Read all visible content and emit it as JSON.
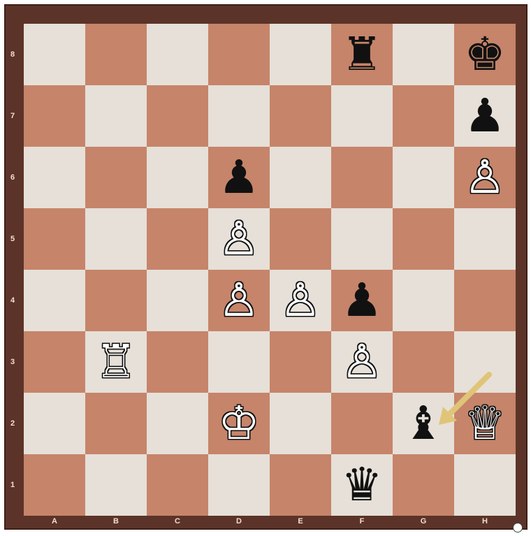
{
  "board": {
    "ranks": [
      "8",
      "7",
      "6",
      "5",
      "4",
      "3",
      "2",
      "1"
    ],
    "files": [
      "A",
      "B",
      "C",
      "D",
      "E",
      "F",
      "G",
      "H"
    ],
    "light_color": "#e6e0d8",
    "dark_color": "#c6846a",
    "frame_color": "#5c3328"
  },
  "pieces": [
    {
      "square": "f8",
      "color": "black",
      "type": "rook",
      "glyph": "♜"
    },
    {
      "square": "h8",
      "color": "black",
      "type": "king",
      "glyph": "♚"
    },
    {
      "square": "h7",
      "color": "black",
      "type": "pawn",
      "glyph": "♟"
    },
    {
      "square": "d6",
      "color": "black",
      "type": "pawn",
      "glyph": "♟"
    },
    {
      "square": "h6",
      "color": "white",
      "type": "pawn",
      "glyph": "♙"
    },
    {
      "square": "d5",
      "color": "white",
      "type": "pawn",
      "glyph": "♙"
    },
    {
      "square": "d4",
      "color": "white",
      "type": "pawn",
      "glyph": "♙"
    },
    {
      "square": "e4",
      "color": "white",
      "type": "pawn",
      "glyph": "♙"
    },
    {
      "square": "f4",
      "color": "black",
      "type": "pawn",
      "glyph": "♟"
    },
    {
      "square": "b3",
      "color": "white",
      "type": "rook",
      "glyph": "♖"
    },
    {
      "square": "f3",
      "color": "white",
      "type": "pawn",
      "glyph": "♙"
    },
    {
      "square": "d2",
      "color": "white",
      "type": "king",
      "glyph": "♔"
    },
    {
      "square": "g2",
      "color": "black",
      "type": "bishop",
      "glyph": "♝"
    },
    {
      "square": "h2",
      "color": "white",
      "type": "queen",
      "glyph": "♕"
    },
    {
      "square": "f1",
      "color": "black",
      "type": "queen",
      "glyph": "♛"
    }
  ],
  "annotation": {
    "type": "arrow",
    "target_square": "g2",
    "color": "#e0c478"
  }
}
